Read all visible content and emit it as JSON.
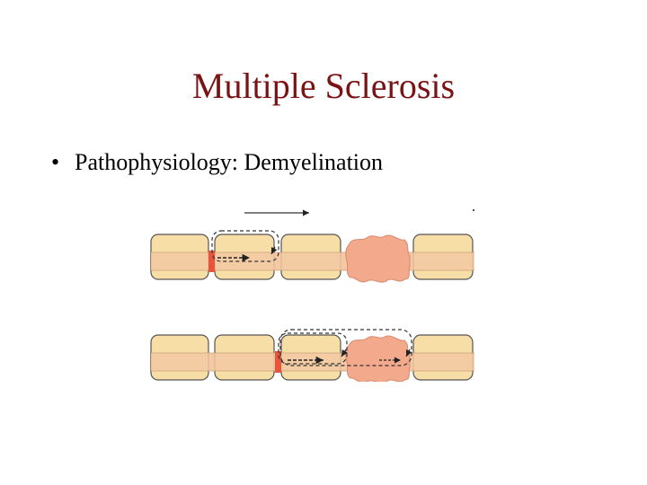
{
  "slide": {
    "title": "Multiple Sclerosis",
    "bullets": [
      {
        "marker": "•",
        "text": "Pathophysiology:  Demyelination"
      }
    ]
  },
  "diagram": {
    "description_terms": [
      "myelin sheath segments",
      "axon",
      "node of Ranvier",
      "demyelinated plaque",
      "action potential current loop"
    ],
    "colors": {
      "myelin_fill": "#f7dea6",
      "myelin_stroke": "#4a4a4a",
      "axon_fill": "#f3c9a3",
      "node_active": "#e8553a",
      "plaque_fill": "#f3a98c",
      "current_arrow": "#222222"
    }
  }
}
